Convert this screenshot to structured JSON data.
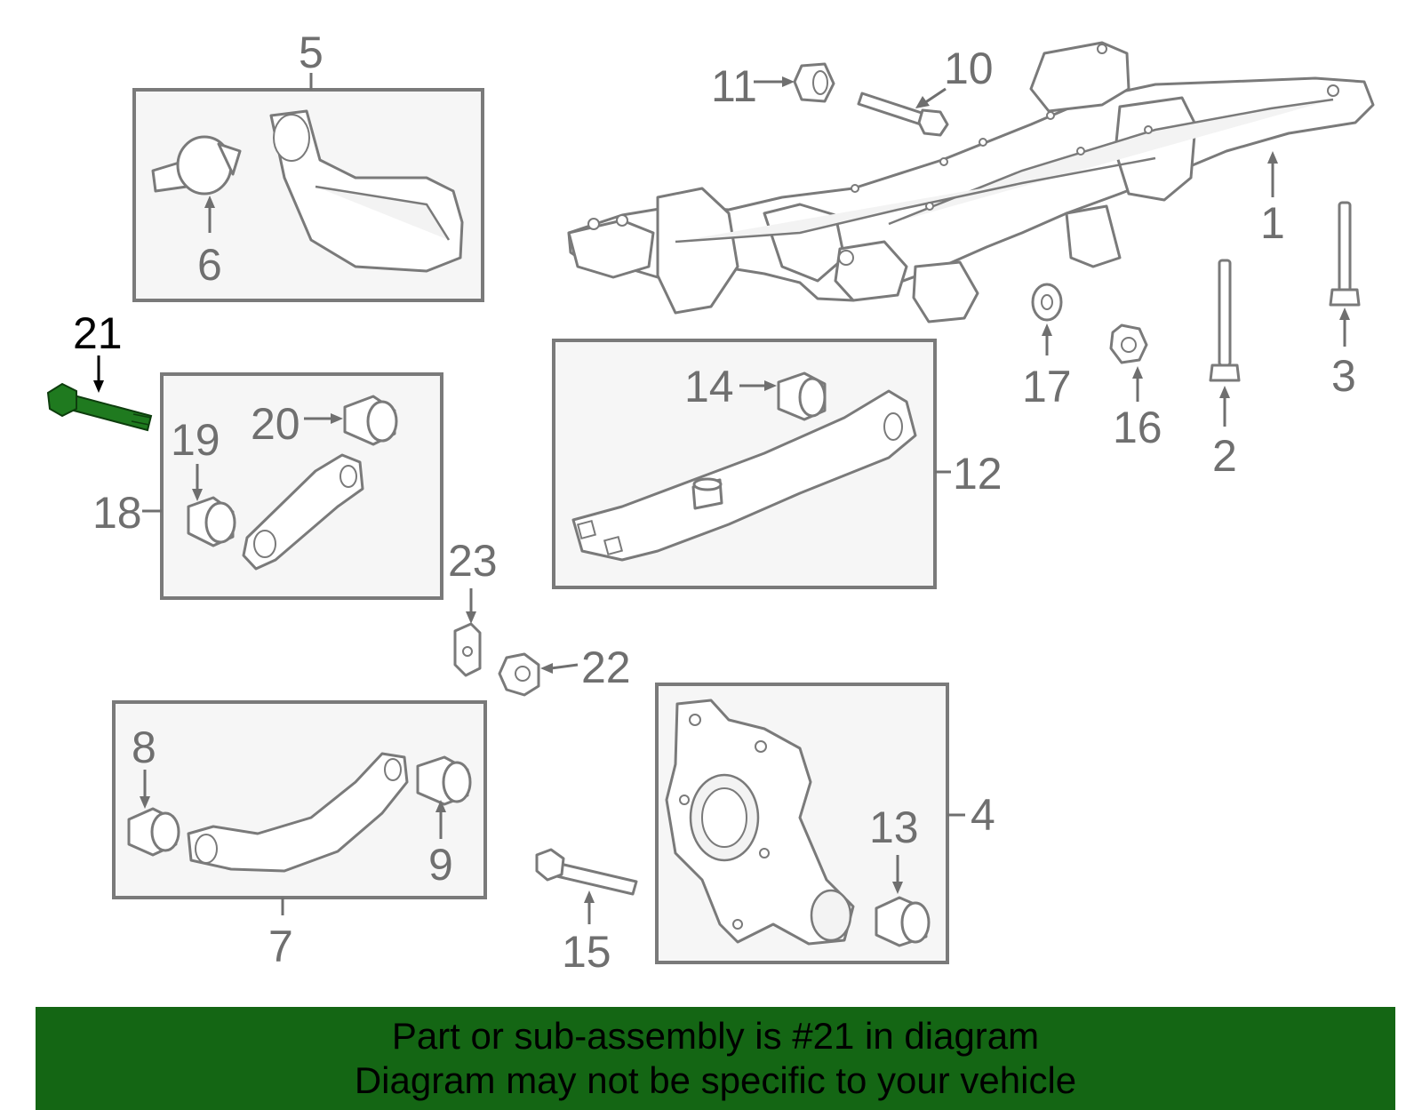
{
  "diagram": {
    "highlighted_part": "21",
    "labels": {
      "l1": "1",
      "l2": "2",
      "l3": "3",
      "l4": "4",
      "l5": "5",
      "l6": "6",
      "l7": "7",
      "l8": "8",
      "l9": "9",
      "l10": "10",
      "l11": "11",
      "l12": "12",
      "l13": "13",
      "l14": "14",
      "l15": "15",
      "l16": "16",
      "l17": "17",
      "l18": "18",
      "l19": "19",
      "l20": "20",
      "l21": "21",
      "l22": "22",
      "l23": "23"
    },
    "colors": {
      "highlight_part": "#1f7a1f",
      "line_gray": "#7a7a7a",
      "box_fill": "#f6f6f6",
      "banner_green": "#146614"
    }
  },
  "banner": {
    "line1": "Part or sub-assembly is #21 in diagram",
    "line2": "Diagram may not be specific to your vehicle"
  }
}
